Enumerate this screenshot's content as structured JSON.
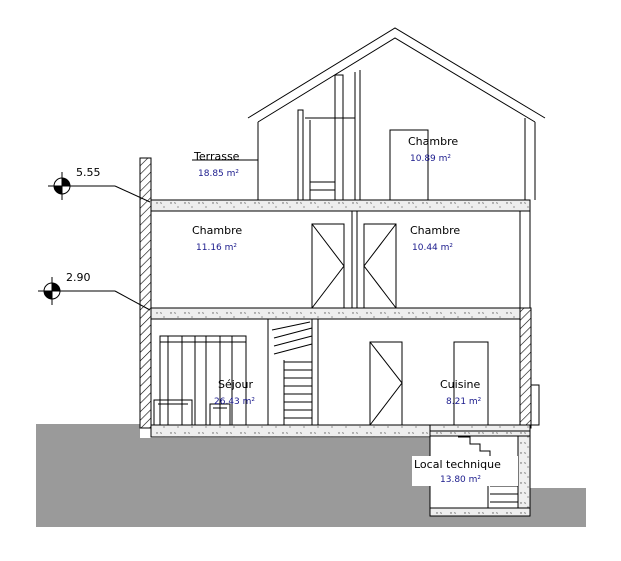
{
  "levels": [
    {
      "label": "5.55"
    },
    {
      "label": "2.90"
    }
  ],
  "rooms": [
    {
      "name": "Terrasse",
      "area": "18.85 m²"
    },
    {
      "name": "Chambre",
      "area": "10.89 m²"
    },
    {
      "name": "Chambre",
      "area": "11.16 m²"
    },
    {
      "name": "Chambre",
      "area": "10.44 m²"
    },
    {
      "name": "Séjour",
      "area": "26.43 m²"
    },
    {
      "name": "Cuisine",
      "area": "8.21 m²"
    },
    {
      "name": "Local technique",
      "area": "13.80 m²"
    }
  ],
  "colors": {
    "ground": "#9a9a9a",
    "area_text": "#1a1a8c",
    "glass_accent": "#33c3d6"
  }
}
